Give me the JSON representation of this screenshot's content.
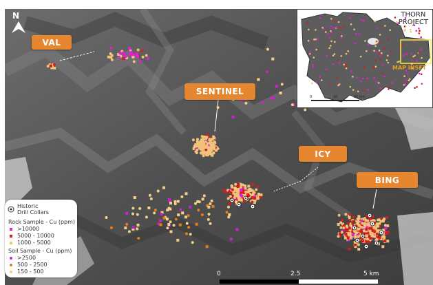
{
  "map": {
    "north_label": "N",
    "callouts": [
      "VAL",
      "SENTINEL",
      "ICY",
      "BING"
    ]
  },
  "legend": {
    "drill_collars": [
      "Historic",
      "Drill Collars"
    ],
    "rock_title": "Rock Sample - Cu (ppm)",
    "rock_items": [
      ">10000",
      "5000 - 10000",
      "1000 - 5000"
    ],
    "soil_title": "Soil Sample - Cu (ppm)",
    "soil_items": [
      ">2500",
      "500 - 2500",
      "150 - 500"
    ]
  },
  "inset": {
    "title_line1": "THORN",
    "title_line2": "PROJECT",
    "map_inset_label": "MAP INSET",
    "scale_labels": [
      "0",
      "10",
      "20 km"
    ]
  },
  "scale": {
    "labels": [
      "0",
      "2.5",
      "5 km"
    ]
  },
  "colors": {
    "rock_high": "#e21ed6",
    "rock_mid": "#d11f1f",
    "rock_low": "#f3c27a",
    "soil_high": "#cc22cc",
    "soil_mid": "#e28020",
    "soil_low": "#f7cf8a",
    "callout": "#e6862f"
  }
}
